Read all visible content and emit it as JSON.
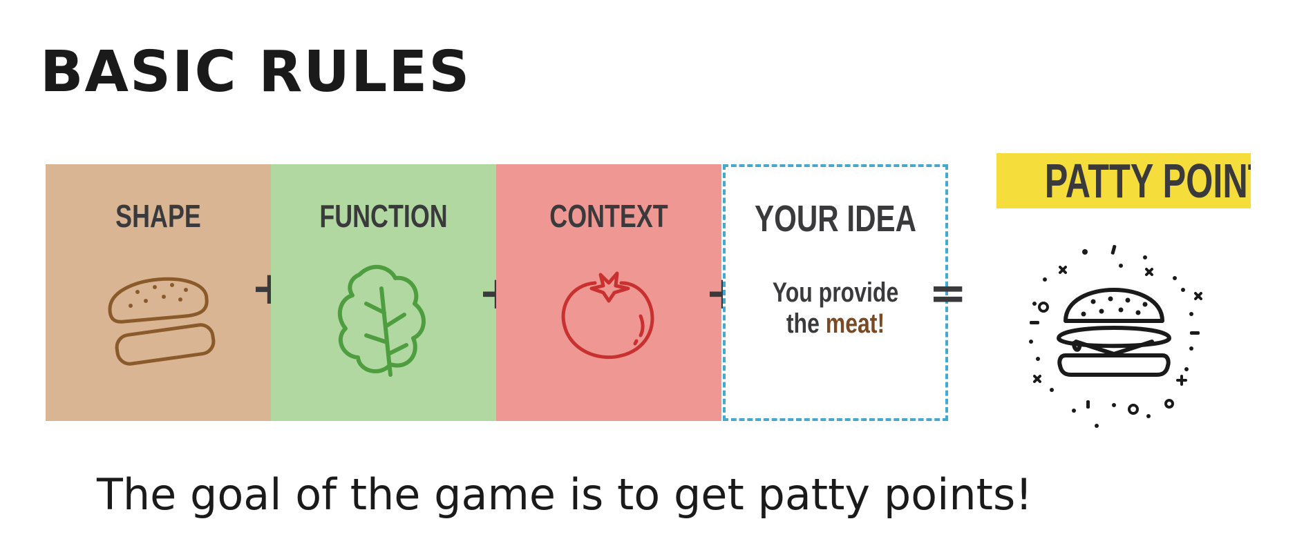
{
  "title": "BASIC RULES",
  "panels": [
    {
      "label": "SHAPE",
      "icon": "burger-bun-icon",
      "color": "#d9b593"
    },
    {
      "label": "FUNCTION",
      "icon": "lettuce-leaf-icon",
      "color": "#b2d8a2"
    },
    {
      "label": "CONTEXT",
      "icon": "tomato-icon",
      "color": "#ef9893"
    },
    {
      "label": "YOUR IDEA",
      "text_line1": "You provide",
      "text_line2_a": "the ",
      "text_line2_b": "meat!",
      "border_color": "#45a9cf"
    }
  ],
  "operators": {
    "plus": "+",
    "equals": "="
  },
  "result": {
    "label": "PATTY POINTS",
    "label_bg": "#f5de3c",
    "icon": "burger-sparkle-icon"
  },
  "goal_text": "The goal of the game is to get patty points!"
}
